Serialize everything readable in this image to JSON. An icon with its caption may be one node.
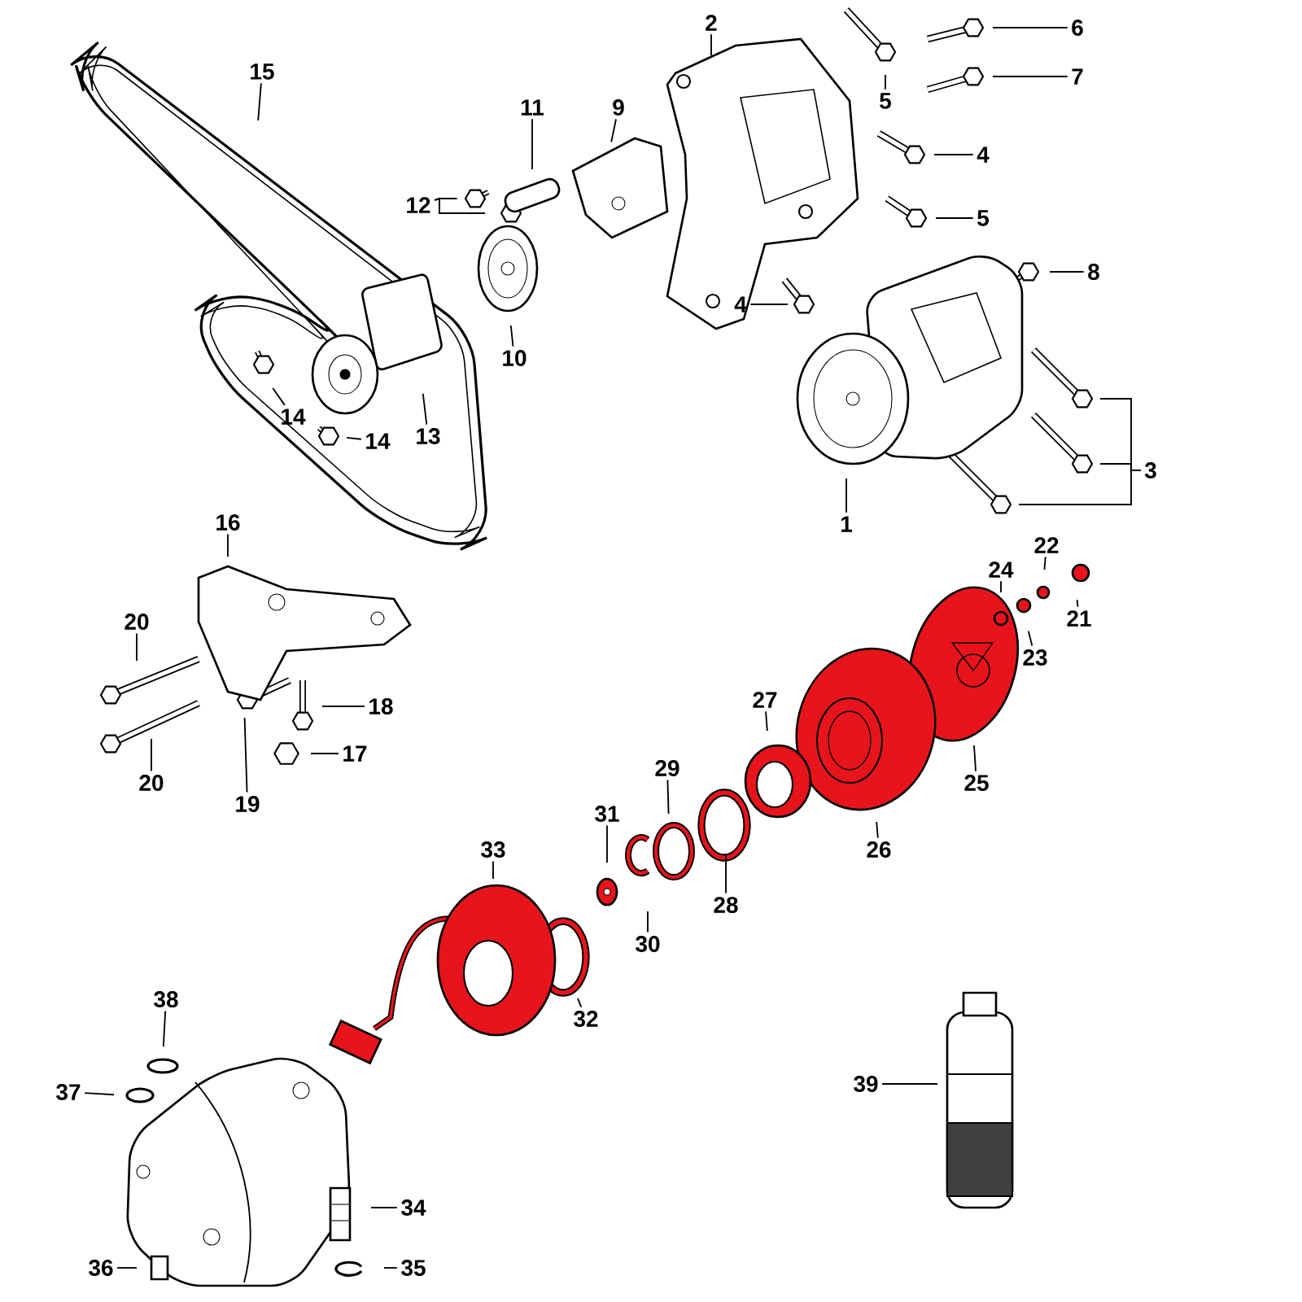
{
  "diagram": {
    "nodes": [
      {
        "text": [
          "2"
        ]
      },
      {
        "text": [
          "6"
        ]
      },
      {
        "text": [
          "15"
        ]
      },
      {
        "text": [
          "7"
        ]
      },
      {
        "text": [
          "5"
        ]
      },
      {
        "text": [
          "11"
        ]
      },
      {
        "text": [
          "9"
        ]
      },
      {
        "text": [
          "4"
        ]
      },
      {
        "text": [
          "12"
        ]
      },
      {
        "text": [
          "5"
        ]
      },
      {
        "text": [
          "8"
        ]
      },
      {
        "text": [
          "4"
        ]
      },
      {
        "text": [
          "10"
        ]
      },
      {
        "text": [
          "14"
        ]
      },
      {
        "text": [
          "13"
        ]
      },
      {
        "text": [
          "14"
        ]
      },
      {
        "text": [
          "3"
        ]
      },
      {
        "text": [
          "1"
        ]
      },
      {
        "text": [
          "16"
        ]
      },
      {
        "text": [
          "22"
        ]
      },
      {
        "text": [
          "24"
        ]
      },
      {
        "text": [
          "21"
        ]
      },
      {
        "text": [
          "20"
        ]
      },
      {
        "text": [
          "23"
        ]
      },
      {
        "text": [
          "27"
        ]
      },
      {
        "text": [
          "18"
        ]
      },
      {
        "text": [
          "17"
        ]
      },
      {
        "text": [
          "29"
        ]
      },
      {
        "text": [
          "25"
        ]
      },
      {
        "text": [
          "20"
        ]
      },
      {
        "text": [
          "19"
        ]
      },
      {
        "text": [
          "31"
        ]
      },
      {
        "text": [
          "33"
        ]
      },
      {
        "text": [
          "26"
        ]
      },
      {
        "text": [
          "28"
        ]
      },
      {
        "text": [
          "30"
        ]
      },
      {
        "text": [
          "32"
        ]
      },
      {
        "text": [
          "38"
        ]
      },
      {
        "text": [
          "39"
        ]
      },
      {
        "text": [
          "37"
        ]
      },
      {
        "text": [
          "34"
        ]
      },
      {
        "text": [
          "36"
        ]
      },
      {
        "text": [
          "35"
        ]
      }
    ],
    "edges": [
      {
        "from": 0,
        "to": null,
        "arrow": "none"
      },
      {
        "from": 1,
        "to": null,
        "arrow": "none"
      },
      {
        "from": 2,
        "to": null,
        "arrow": "none"
      },
      {
        "from": 3,
        "to": null,
        "arrow": "none"
      },
      {
        "from": 4,
        "to": null,
        "arrow": "none"
      },
      {
        "from": 5,
        "to": null,
        "arrow": "none"
      },
      {
        "from": 6,
        "to": null,
        "arrow": "none"
      },
      {
        "from": 7,
        "to": null,
        "arrow": "none"
      },
      {
        "from": 8,
        "to": null,
        "arrow": "none"
      },
      {
        "from": 8,
        "to": null,
        "arrow": "none"
      },
      {
        "from": 9,
        "to": null,
        "arrow": "none"
      },
      {
        "from": 10,
        "to": null,
        "arrow": "none"
      },
      {
        "from": 11,
        "to": null,
        "arrow": "none"
      },
      {
        "from": 12,
        "to": null,
        "arrow": "none"
      },
      {
        "from": 13,
        "to": null,
        "arrow": "none"
      },
      {
        "from": 14,
        "to": null,
        "arrow": "none"
      },
      {
        "from": 15,
        "to": null,
        "arrow": "none"
      },
      {
        "from": 16,
        "to": null,
        "arrow": "none"
      },
      {
        "from": 16,
        "to": null,
        "arrow": "none"
      },
      {
        "from": 16,
        "to": null,
        "arrow": "none"
      },
      {
        "from": 17,
        "to": null,
        "arrow": "none"
      },
      {
        "from": 18,
        "to": null,
        "arrow": "none"
      },
      {
        "from": 19,
        "to": null,
        "arrow": "none"
      },
      {
        "from": 20,
        "to": null,
        "arrow": "none"
      },
      {
        "from": 21,
        "to": null,
        "arrow": "none"
      },
      {
        "from": 22,
        "to": null,
        "arrow": "none"
      },
      {
        "from": 23,
        "to": null,
        "arrow": "none"
      },
      {
        "from": 24,
        "to": null,
        "arrow": "none"
      },
      {
        "from": 25,
        "to": null,
        "arrow": "none"
      },
      {
        "from": 26,
        "to": null,
        "arrow": "none"
      },
      {
        "from": 27,
        "to": null,
        "arrow": "none"
      },
      {
        "from": 28,
        "to": null,
        "arrow": "none"
      },
      {
        "from": 29,
        "to": null,
        "arrow": "none"
      },
      {
        "from": 30,
        "to": null,
        "arrow": "none"
      },
      {
        "from": 31,
        "to": null,
        "arrow": "none"
      },
      {
        "from": 32,
        "to": null,
        "arrow": "none"
      },
      {
        "from": 33,
        "to": null,
        "arrow": "none"
      },
      {
        "from": 34,
        "to": null,
        "arrow": "none"
      },
      {
        "from": 35,
        "to": null,
        "arrow": "none"
      },
      {
        "from": 36,
        "to": null,
        "arrow": "none"
      },
      {
        "from": 37,
        "to": null,
        "arrow": "none"
      },
      {
        "from": 38,
        "to": null,
        "arrow": "none"
      },
      {
        "from": 39,
        "to": null,
        "arrow": "none"
      },
      {
        "from": 40,
        "to": null,
        "arrow": "none"
      },
      {
        "from": 41,
        "to": null,
        "arrow": "none"
      },
      {
        "from": 42,
        "to": null,
        "arrow": "none"
      }
    ]
  }
}
